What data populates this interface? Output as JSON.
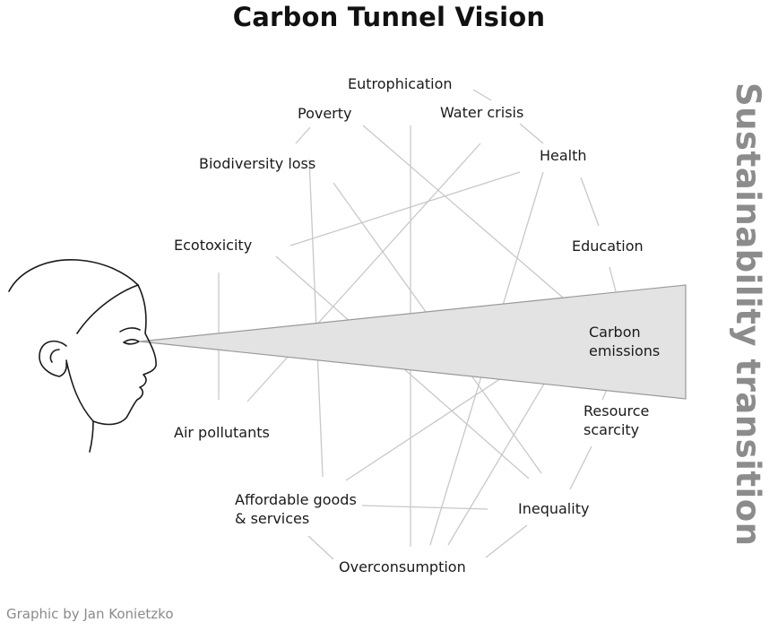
{
  "title": "Carbon Tunnel Vision",
  "side_caption": "Sustainability transition",
  "credit": "Graphic by Jan Konietzko",
  "colors": {
    "cone_fill": "#e3e3e3",
    "cone_stroke": "#9a9a9a",
    "connector": "#c8c8c8",
    "caption": "#8c8c8c",
    "text": "#1a1a1a"
  },
  "nodes": [
    {
      "id": "eutrophication",
      "lines": [
        "Eutrophication"
      ]
    },
    {
      "id": "poverty",
      "lines": [
        "Poverty"
      ]
    },
    {
      "id": "water-crisis",
      "lines": [
        "Water crisis"
      ]
    },
    {
      "id": "health",
      "lines": [
        "Health"
      ]
    },
    {
      "id": "biodiversity-loss",
      "lines": [
        "Biodiversity loss"
      ]
    },
    {
      "id": "ecotoxicity",
      "lines": [
        "Ecotoxicity"
      ]
    },
    {
      "id": "education",
      "lines": [
        "Education"
      ]
    },
    {
      "id": "carbon-emissions",
      "lines": [
        "Carbon",
        "emissions"
      ]
    },
    {
      "id": "air-pollutants",
      "lines": [
        "Air pollutants"
      ]
    },
    {
      "id": "resource-scarcity",
      "lines": [
        "Resource",
        "scarcity"
      ]
    },
    {
      "id": "affordable-goods",
      "lines": [
        "Affordable goods",
        "& services"
      ]
    },
    {
      "id": "inequality",
      "lines": [
        "Inequality"
      ]
    },
    {
      "id": "overconsumption",
      "lines": [
        "Overconsumption"
      ]
    }
  ]
}
